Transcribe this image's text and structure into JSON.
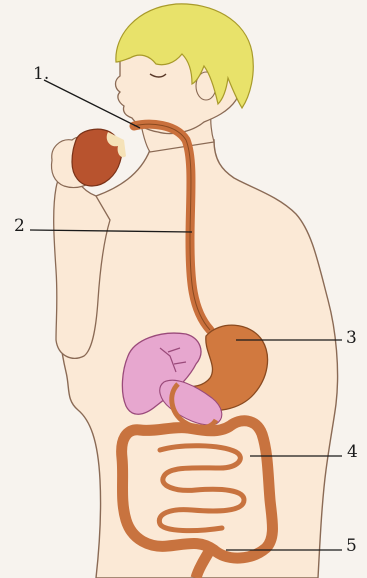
{
  "labels": {
    "l1": "1.",
    "l2": "2",
    "l3": "3",
    "l4": "4",
    "l5": "5"
  },
  "colors": {
    "skin": "#fbe9d6",
    "skin_outline": "#8a6a55",
    "hair": "#e8e26a",
    "apple": "#b8532e",
    "esophagus": "#c9703c",
    "stomach": "#d1793f",
    "liver": "#e7a7cf",
    "intestine": "#c8733f",
    "line": "#1a1a1a"
  },
  "icons": {
    "figure": "human-digestive-system-illustration"
  }
}
